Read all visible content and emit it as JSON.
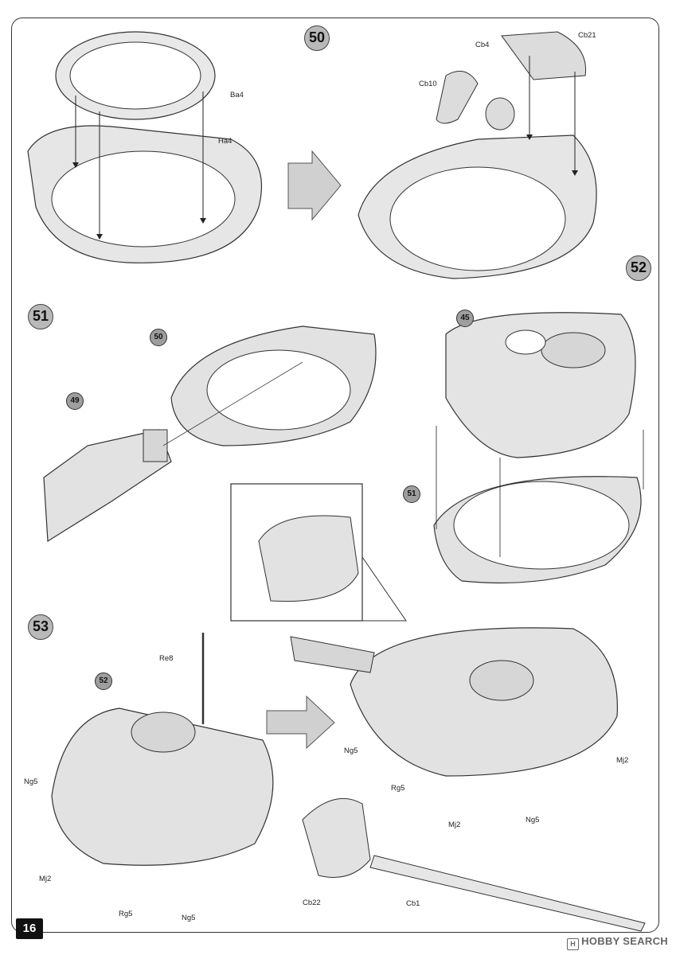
{
  "steps": {
    "s50": "50",
    "s51": "51",
    "s52": "52",
    "s53": "53"
  },
  "refs": {
    "r50": "50",
    "r49": "49",
    "r45": "45",
    "r51": "51",
    "r52": "52"
  },
  "labels": {
    "ba4": "Ba4",
    "ha4": "Ha4",
    "cb4": "Cb4",
    "cb21": "Cb21",
    "cb10": "Cb10",
    "re8": "Re8",
    "ng5_a": "Ng5",
    "ng5_b": "Ng5",
    "ng5_c": "Ng5",
    "ng5_d": "Ng5",
    "rg5_a": "Rg5",
    "rg5_b": "Rg5",
    "mj2_a": "Mj2",
    "mj2_b": "Mj2",
    "mj2_c": "Mj2",
    "cb22": "Cb22",
    "cb1": "Cb1"
  },
  "page_number": "16",
  "watermark": "HOBBY SEARCH",
  "colors": {
    "part_fill": "#e2e2e2",
    "part_dark": "#bdbdbd",
    "ink": "#333333",
    "arrow": "#d0d0d0",
    "step_badge": "#b9b9b9"
  }
}
